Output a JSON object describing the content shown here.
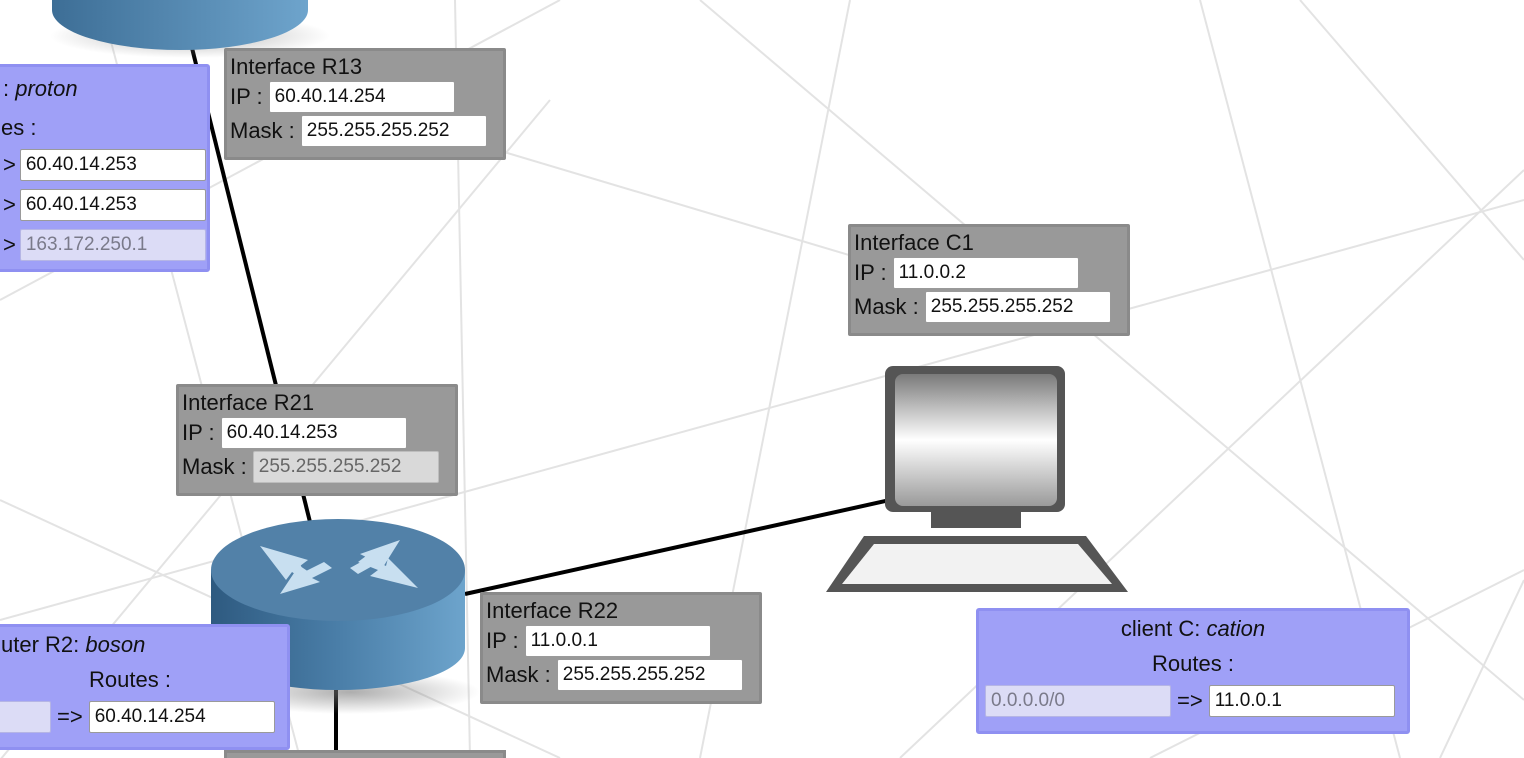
{
  "routers": [
    {
      "id": "R1",
      "header_prefix": ": ",
      "name": "proton",
      "routes_label": "es :",
      "routes": [
        {
          "arrow": ">",
          "gateway": "60.40.14.253"
        },
        {
          "arrow": ">",
          "gateway": "60.40.14.253"
        },
        {
          "arrow": ">",
          "gateway": "163.172.250.1",
          "disabled": true
        }
      ]
    },
    {
      "id": "R2",
      "header_prefix": "uter R2: ",
      "name": "boson",
      "routes_label": "Routes :",
      "routes": [
        {
          "destination": "",
          "arrow": "=>",
          "gateway": "60.40.14.254"
        }
      ]
    }
  ],
  "client": {
    "header_prefix": "client C: ",
    "name": "cation",
    "routes_label": "Routes :",
    "routes": [
      {
        "destination": "0.0.0.0/0",
        "arrow": "=>",
        "gateway": "11.0.0.1"
      }
    ]
  },
  "interfaces": {
    "R13": {
      "title": "Interface R13",
      "ip_label": "IP :",
      "ip": "60.40.14.254",
      "mask_label": "Mask :",
      "mask": "255.255.255.252"
    },
    "R21": {
      "title": "Interface R21",
      "ip_label": "IP :",
      "ip": "60.40.14.253",
      "mask_label": "Mask :",
      "mask": "255.255.255.252",
      "mask_disabled": true
    },
    "R22": {
      "title": "Interface R22",
      "ip_label": "IP :",
      "ip": "11.0.0.1",
      "mask_label": "Mask :",
      "mask": "255.255.255.252"
    },
    "C1": {
      "title": "Interface C1",
      "ip_label": "IP :",
      "ip": "11.0.0.2",
      "mask_label": "Mask :",
      "mask": "255.255.255.252"
    }
  },
  "icons": [
    "router-icon",
    "computer-icon"
  ],
  "colors": {
    "panel_bg": "#9fa0f7",
    "interface_bg": "#999999",
    "router_top": "#5b8db5",
    "router_side": "#3d6e96",
    "link": "#000000"
  }
}
